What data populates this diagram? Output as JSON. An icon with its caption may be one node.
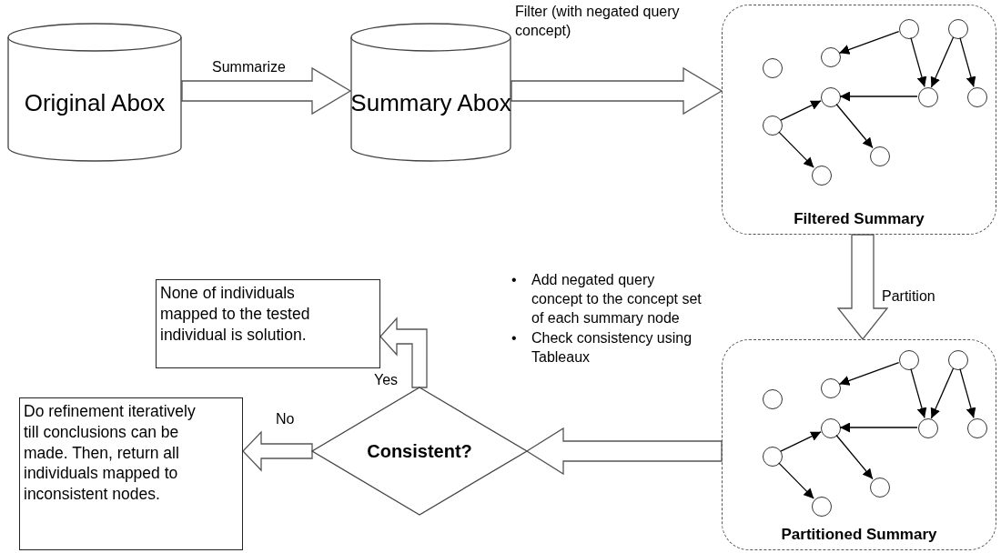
{
  "diagram": {
    "nodes": [
      {
        "text": [
          "Original Abox"
        ]
      },
      {
        "text": [
          "Summary Abox"
        ]
      },
      {
        "text": [
          "Filtered Summary"
        ]
      },
      {
        "text": [],
        "shape": "circle",
        "in": 2
      },
      {
        "text": [],
        "shape": "circle",
        "in": 2
      },
      {
        "text": [],
        "shape": "circle",
        "in": 2
      },
      {
        "text": [],
        "shape": "circle",
        "in": 2
      },
      {
        "text": [],
        "shape": "circle",
        "in": 2
      },
      {
        "text": [],
        "shape": "circle",
        "in": 2
      },
      {
        "text": [],
        "shape": "circle",
        "in": 2
      },
      {
        "text": [],
        "shape": "circle",
        "in": 2
      },
      {
        "text": [],
        "shape": "circle",
        "in": 2
      },
      {
        "text": [],
        "shape": "circle",
        "in": 2
      },
      {
        "text": [
          "Partitioned Summary"
        ]
      },
      {
        "text": [],
        "shape": "circle",
        "in": 13
      },
      {
        "text": [],
        "shape": "circle",
        "in": 13
      },
      {
        "text": [],
        "shape": "circle",
        "in": 13
      },
      {
        "text": [],
        "shape": "circle",
        "in": 13
      },
      {
        "text": [],
        "shape": "circle",
        "in": 13
      },
      {
        "text": [],
        "shape": "circle",
        "in": 13
      },
      {
        "text": [],
        "shape": "circle",
        "in": 13
      },
      {
        "text": [],
        "shape": "circle",
        "in": 13
      },
      {
        "text": [],
        "shape": "circle",
        "in": 13
      },
      {
        "text": [],
        "shape": "circle",
        "in": 13
      },
      {
        "text": [
          "Consistent?"
        ]
      },
      {
        "text": [
          "None of individuals mapped to the tested individual is solution."
        ]
      },
      {
        "text": [
          "Do refinement iteratively till conclusions can be made. Then, return all individuals mapped to inconsistent nodes."
        ]
      }
    ],
    "edges": [
      {
        "from": 0,
        "to": 1,
        "arrow": "to",
        "label": "Summarize",
        "style": "thick"
      },
      {
        "from": 1,
        "to": 2,
        "arrow": "to",
        "label": "Filter (with negated query concept)",
        "style": "thick"
      },
      {
        "from": 2,
        "to": 13,
        "arrow": "to",
        "label": "Partition",
        "style": "thick"
      },
      {
        "from": 13,
        "to": 24,
        "arrow": "to",
        "style": "thick"
      },
      {
        "from": 24,
        "to": 25,
        "arrow": "to",
        "label": "Yes",
        "style": "thick"
      },
      {
        "from": 24,
        "to": 26,
        "arrow": "to",
        "label": "No",
        "style": "thick"
      },
      {
        "from": 3,
        "to": 5,
        "arrow": "to"
      },
      {
        "from": 3,
        "to": 8,
        "arrow": "to"
      },
      {
        "from": 4,
        "to": 8,
        "arrow": "to"
      },
      {
        "from": 4,
        "to": 9,
        "arrow": "to"
      },
      {
        "from": 8,
        "to": 7,
        "arrow": "to"
      },
      {
        "from": 10,
        "to": 7,
        "arrow": "to"
      },
      {
        "from": 7,
        "to": 11,
        "arrow": "to"
      },
      {
        "from": 10,
        "to": 12,
        "arrow": "to"
      },
      {
        "from": 14,
        "to": 16,
        "arrow": "to"
      },
      {
        "from": 14,
        "to": 19,
        "arrow": "to"
      },
      {
        "from": 15,
        "to": 19,
        "arrow": "to"
      },
      {
        "from": 15,
        "to": 20,
        "arrow": "to"
      },
      {
        "from": 19,
        "to": 18,
        "arrow": "to"
      },
      {
        "from": 21,
        "to": 18,
        "arrow": "to"
      },
      {
        "from": 18,
        "to": 22,
        "arrow": "to"
      },
      {
        "from": 21,
        "to": 23,
        "arrow": "to"
      }
    ],
    "labels": [
      "•",
      "Add negated query concept to the concept set of each summary node",
      "•",
      "Check consistency using Tableaux"
    ]
  }
}
